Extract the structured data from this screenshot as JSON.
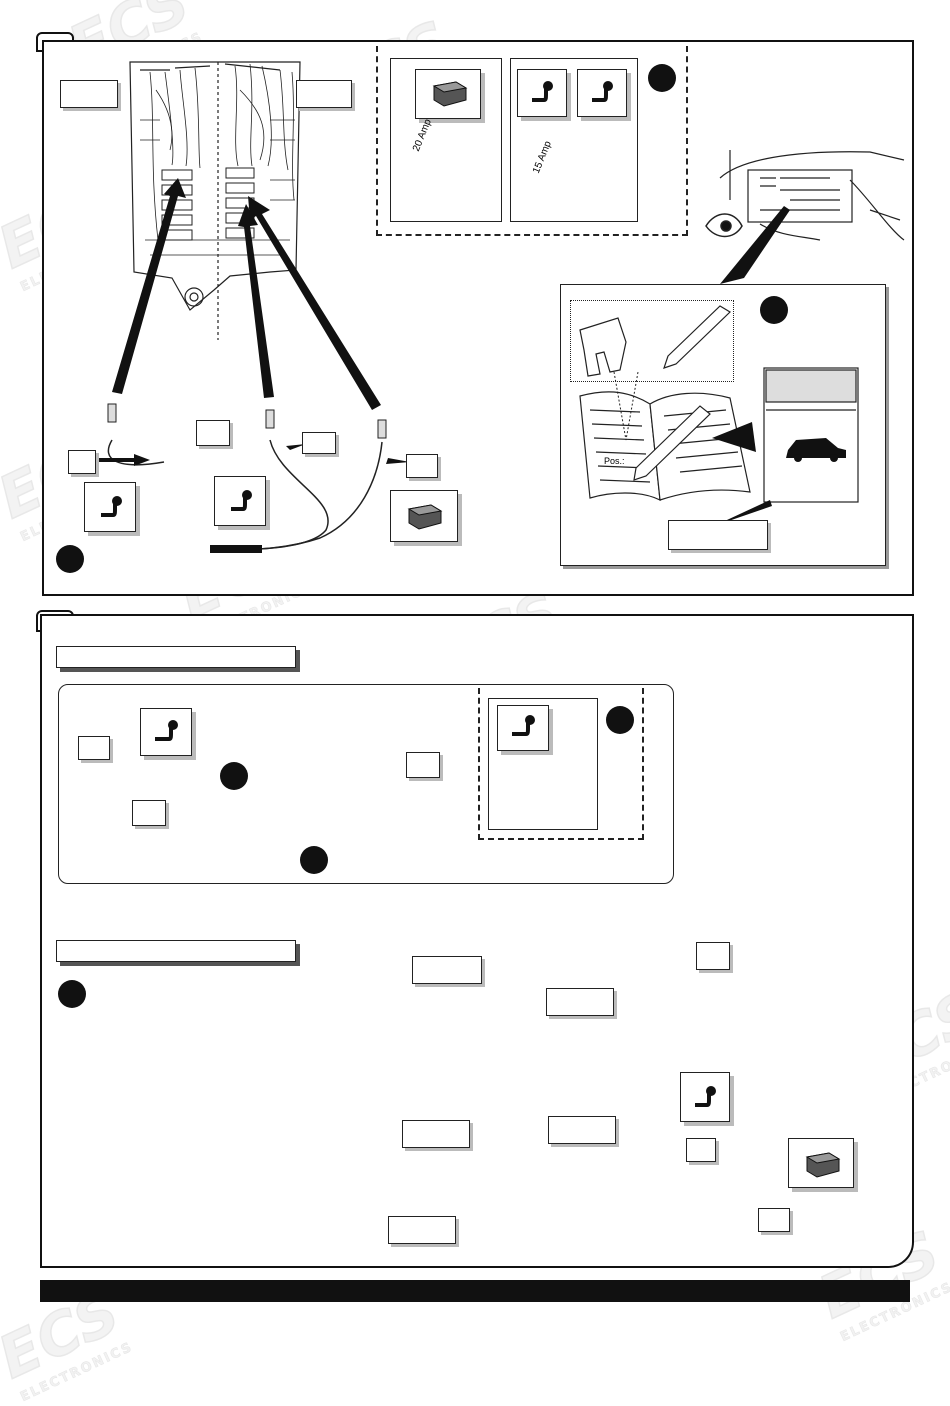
{
  "watermark": {
    "brand": "ECS",
    "subtitle": "ELECTRONICS"
  },
  "fuse_labels": {
    "fuse_20": "20 Amp",
    "fuse_15": "15 Amp"
  },
  "manual_page": {
    "pos_label": "Pos.:"
  },
  "colors": {
    "ink": "#111111",
    "shadow": "#bbbbbb",
    "watermark": "#e4e4e4"
  },
  "icons": [
    "relay-module-icon",
    "wire-hook-icon",
    "fuse-icon",
    "pen-icon",
    "manual-book-icon",
    "car-icon",
    "eye-icon",
    "fuse-box-icon",
    "connector-icon",
    "arrow-icon"
  ]
}
